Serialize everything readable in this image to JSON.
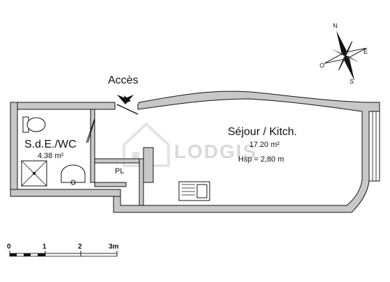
{
  "labels": {
    "access": "Accès",
    "bathroom_name": "S.d.E./WC",
    "bathroom_area": "4.38 m²",
    "closet": "PL",
    "living_name": "Séjour / Kitch.",
    "living_area": "17.20 m²",
    "ceiling_height": "Hsp =  2,80 m"
  },
  "watermark": "LODGIS",
  "compass": {
    "n": "N",
    "e": "E",
    "s": "S",
    "o": "O"
  },
  "scale": {
    "ticks": [
      "0",
      "1",
      "2",
      "3m"
    ]
  },
  "colors": {
    "wall_fill": "#c8c8c8",
    "wall_stroke": "#111111",
    "watermark": "#d9d9d9"
  }
}
